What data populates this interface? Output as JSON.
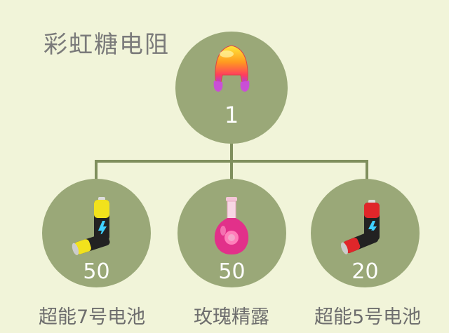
{
  "title": "彩虹糖电阻",
  "result": {
    "quantity": "1",
    "icon": "rainbow-candy-resistor-icon"
  },
  "ingredients": [
    {
      "name": "超能7号电池",
      "quantity": "50",
      "icon": "yellow-battery-icon"
    },
    {
      "name": "玫瑰精露",
      "quantity": "50",
      "icon": "rose-potion-icon"
    },
    {
      "name": "超能5号电池",
      "quantity": "20",
      "icon": "red-battery-icon"
    }
  ],
  "colors": {
    "node": "#9aa878",
    "line": "#7f8f5d",
    "background": "#f1f4d9"
  }
}
